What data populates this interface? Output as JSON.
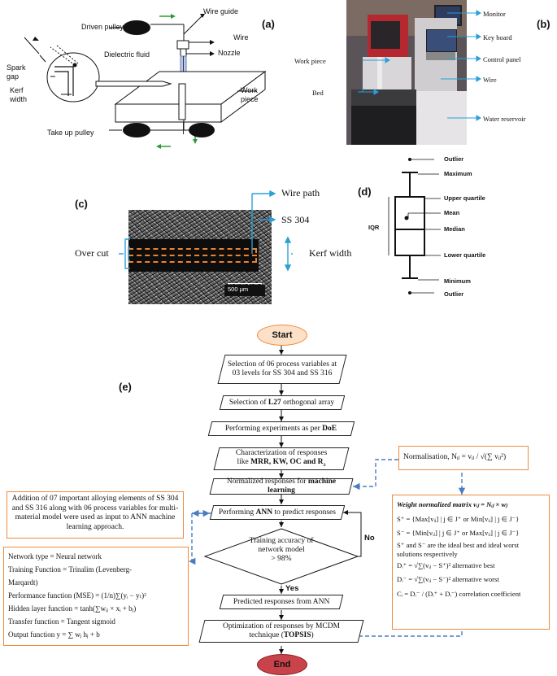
{
  "panel_a": {
    "tag": "(a)",
    "labels": {
      "driven_pulley": "Driven pulley",
      "wire_guide": "Wire guide",
      "wire": "Wire",
      "nozzle": "Nozzle",
      "dielectric": "Dielectric fluid",
      "spark_gap": "Spark gap",
      "kerf_width": "Kerf width",
      "work_piece": "Work piece",
      "take_up_pulley": "Take up pulley"
    }
  },
  "panel_b": {
    "tag": "(b)",
    "labels": {
      "monitor": "Monitor",
      "keyboard": "Key board",
      "control_panel": "Control panel",
      "work_piece": "Work piece",
      "bed": "Bed",
      "wire": "Wire",
      "water_reservoir": "Water reservoir"
    }
  },
  "panel_c": {
    "tag": "(c)",
    "labels": {
      "wire_path": "Wire path",
      "material": "SS 304",
      "over_cut": "Over cut",
      "kerf_width": "Kerf width",
      "scale": "500 μm"
    }
  },
  "panel_d": {
    "tag": "(d)",
    "labels": {
      "outlier_top": "Outlier",
      "maximum": "Maximum",
      "upper_quartile": "Upper quartile",
      "mean": "Mean",
      "median": "Median",
      "iqr": "IQR",
      "lower_quartile": "Lower quartile",
      "minimum": "Minimum",
      "outlier_bottom": "Outlier"
    }
  },
  "panel_e": {
    "tag": "(e)",
    "start": "Start",
    "end": "End",
    "steps": {
      "selection_variables": "Selection of 06 process variables at 03 levels for SS 304 and SS 316",
      "orthogonal_prefix": "Selection of ",
      "orthogonal_bold": "L27",
      "orthogonal_suffix": " orthogonal array",
      "experiments_prefix": "Performing experiments as per ",
      "experiments_bold": "DoE",
      "characterization_line1": "Characterization of responses",
      "characterization_line2_prefix": "like ",
      "characterization_line2_bold": "MRR, KW, OC and R",
      "characterization_sub": "a",
      "normalized_prefix": "Normalized responses for ",
      "normalized_bold": "machine learning",
      "ann_prefix": "Performing ",
      "ann_bold": "ANN",
      "ann_suffix": " to predict responses",
      "decision_line1": "Training accuracy of",
      "decision_line2": "network model",
      "decision_line3": "> 98%",
      "no": "No",
      "yes": "Yes",
      "predicted": "Predicted responses from ANN",
      "optimization_line1": "Optimization of responses by MCDM",
      "optimization_line2_prefix": "technique (",
      "optimization_line2_bold": "TOPSIS",
      "optimization_line2_suffix": ")"
    },
    "alloy_note": "Addition of 07 important alloying elements of SS 304 and SS 316 along with 06 process variables for multi-material model were used as input to ANN machine learning approach.",
    "network": [
      "Network type = Neural network",
      "Training Function = Trinalim (Levenberg-",
      "Marqardt)",
      "Performance function (MSE) = (1/n)∑(yᵢ − yₜ)²",
      "Hidden layer function = tanh(∑wᵢⱼ × xᵢ + bⱼ)",
      "Transfer function = Tangent sigmoid",
      "Output function y = ∑ wⱼ hⱼ + b"
    ],
    "normalisation": "Normalisation, Nᵢⱼ = vᵢⱼ / √(∑ vᵢⱼ²)",
    "topsis": [
      "Weight normalized matrix vᵢⱼ = Nᵢⱼ × wⱼ",
      "S⁺ = {Max[vᵢⱼ] | j ∈ J⁺ or Min[vᵢⱼ] | j ∈ J⁻}",
      "S⁻ = {Min[vᵢⱼ] | j ∈ J⁺ or Max[vᵢⱼ] | j ∈ J⁻}",
      "S⁺ and S⁻ are the ideal best and ideal worst",
      "solutions respectively",
      "Dᵢ⁺ = √∑(vᵢⱼ − S⁺)²  alternative best",
      "Dᵢ⁻ = √∑(vᵢⱼ − S⁻)²  alternative worst",
      "Cᵢ = Dᵢ⁻ / (Dᵢ⁺ + Dᵢ⁻)  correlation coefficient"
    ]
  }
}
